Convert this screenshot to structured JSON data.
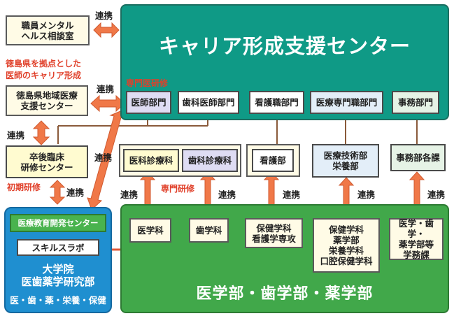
{
  "left_column": {
    "mental_health": "職員メンタル\nヘルス相談室",
    "tokushima_note_1": "徳島県を拠点とした",
    "tokushima_note_2": "医師のキャリア形成",
    "regional_center": "徳島県地域医療\n支援センター",
    "postgrad_center": "卒後臨床\n研修センター",
    "initial_training": "初期研修"
  },
  "career_center": {
    "title": "キャリア形成支援センター",
    "specialist_training": "専門医研修",
    "departments": [
      "医師部門",
      "歯科医師部門",
      "看護職部門",
      "医療専門職部門",
      "事務部門"
    ]
  },
  "hospital_units": {
    "medical_clinic": "医科診療科",
    "dental_clinic": "歯科診療科",
    "nursing": "看護部",
    "med_tech": "医療技術部\n栄養部",
    "admin": "事務部各課"
  },
  "university": {
    "title": "医学部・歯学部・薬学部",
    "units": [
      "医学科",
      "歯学科",
      "保健学科\n看護学専攻",
      "保健学科\n薬学部\n栄養学科\n口腔保健学科",
      "医学・歯学・\n薬学部等\n学務課"
    ]
  },
  "graduate": {
    "med_edu_center": "医療教育開発センター",
    "skills_lab": "スキルスラボ",
    "title": "大学院\n医歯薬学研究部",
    "subtitle": "医・歯・薬・栄養・保健"
  },
  "labels": {
    "renkei": "連携",
    "specialist_training_small": "専門研修"
  },
  "colors": {
    "career_bg": "#0f9a86",
    "university_bg": "#41a84a",
    "graduate_bg": "#1f8fd0",
    "arrow": "#f07848",
    "note_red": "#e0402a"
  }
}
